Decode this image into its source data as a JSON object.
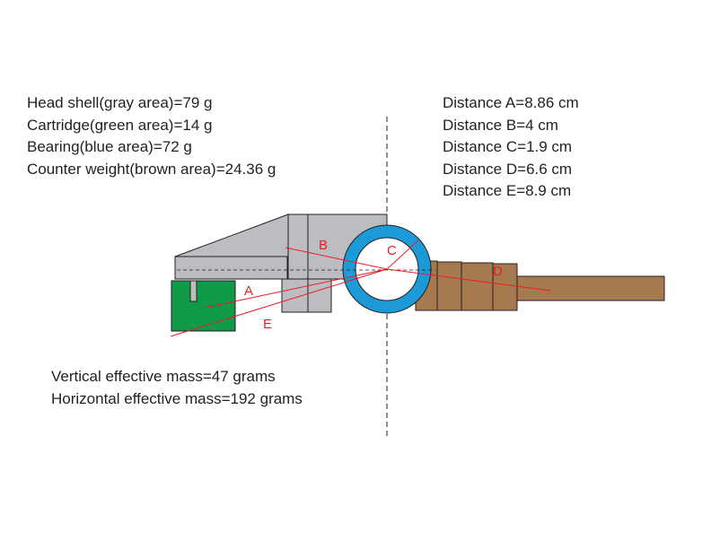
{
  "colors": {
    "head_shell": "#bcbdc0",
    "cartridge": "#0e9a48",
    "bearing": "#1b9ad7",
    "counter_weight": "#a57a4f",
    "measure_lines": "#ed1c24",
    "outline": "#231f20"
  },
  "masses": [
    "Head shell(gray area)=79 g",
    "Cartridge(green area)=14 g",
    "Bearing(blue area)=72 g",
    "Counter weight(brown area)=24.36 g"
  ],
  "distances": [
    "Distance A=8.86 cm",
    "Distance B=4 cm",
    "Distance C=1.9 cm",
    "Distance D=6.6 cm",
    "Distance E=8.9 cm"
  ],
  "effective_mass": [
    "Vertical effective mass=47 grams",
    "Horizontal effective mass=192 grams"
  ],
  "labels": {
    "a": "A",
    "b": "B",
    "c": "C",
    "d": "D",
    "e": "E"
  }
}
